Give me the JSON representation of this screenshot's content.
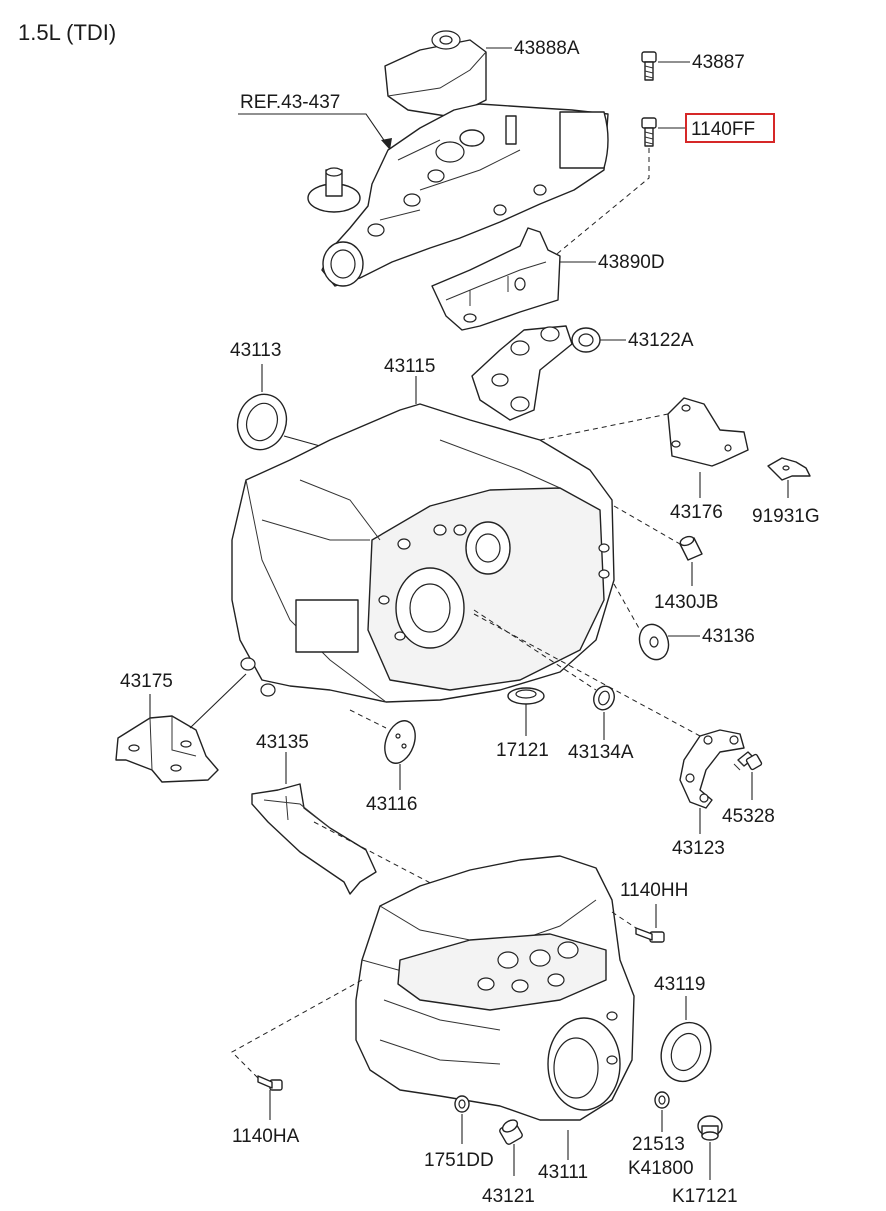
{
  "title": "1.5L (TDI)",
  "reference": "REF.43-437",
  "highlight_color": "#d62828",
  "highlighted_part": "1140FF",
  "parts": {
    "p43888A": "43888A",
    "p43887": "43887",
    "p1140FF": "1140FF",
    "p43890D": "43890D",
    "p43122A": "43122A",
    "p43113": "43113",
    "p43115": "43115",
    "p43176": "43176",
    "p91931G": "91931G",
    "p1430JB": "1430JB",
    "p43136": "43136",
    "p43175": "43175",
    "p17121": "17121",
    "p43134A": "43134A",
    "p43116": "43116",
    "p43135": "43135",
    "p45328": "45328",
    "p43123": "43123",
    "p1140HH": "1140HH",
    "p43119": "43119",
    "p1140HA": "1140HA",
    "p1751DD": "1751DD",
    "p43111": "43111",
    "p21513": "21513",
    "pK41800": "K41800",
    "p43121": "43121",
    "pK17121": "K17121"
  }
}
